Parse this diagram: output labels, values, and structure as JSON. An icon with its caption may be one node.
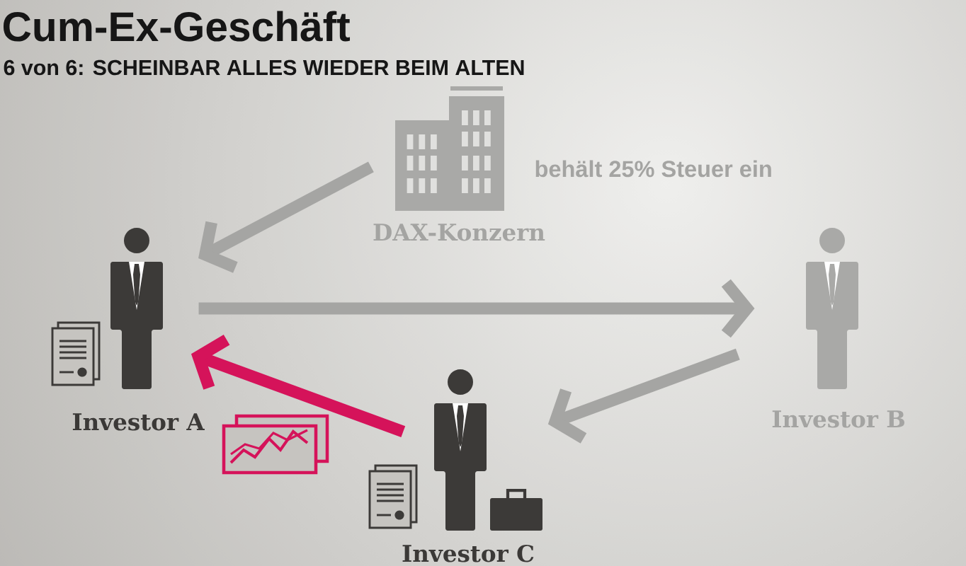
{
  "diagram": {
    "title": "Cum-Ex-Geschäft",
    "nodes": [
      {
        "text": [
          "DAX-Konzern"
        ],
        "beside": [
          "behält 25% Steuer ein"
        ]
      },
      {
        "text": [
          "Investor A"
        ]
      },
      {
        "text": [
          "Investor B"
        ]
      },
      {
        "text": [
          "Investor C"
        ]
      }
    ],
    "edges": [
      {
        "from": 0,
        "to": 1,
        "arrow": "to"
      },
      {
        "from": 1,
        "to": 2,
        "arrow": "to"
      },
      {
        "from": 2,
        "to": 3,
        "arrow": "to"
      },
      {
        "from": 3,
        "to": 1,
        "arrow": "to",
        "color": "#d5135a"
      }
    ],
    "labels": [
      "6 von 6: SCHEINBAR ALLES WIEDER BEIM ALTEN"
    ]
  }
}
